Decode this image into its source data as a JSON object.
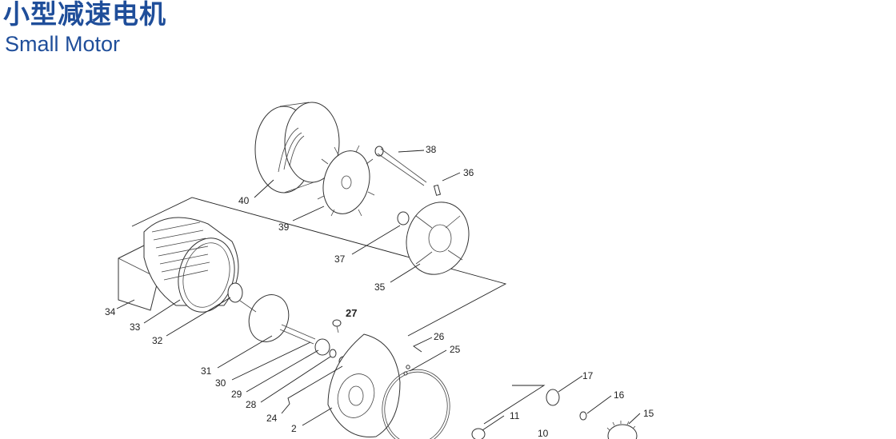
{
  "header": {
    "title_cn": "小型减速电机",
    "title_en": "Small Motor"
  },
  "colors": {
    "title": "#1f4e9a"
  },
  "diagram": {
    "labels": [
      "40",
      "39",
      "38",
      "36",
      "37",
      "35",
      "34",
      "33",
      "32",
      "31",
      "30",
      "29",
      "28",
      "27",
      "26",
      "25",
      "24",
      "2",
      "17",
      "16",
      "15",
      "11",
      "10"
    ]
  }
}
